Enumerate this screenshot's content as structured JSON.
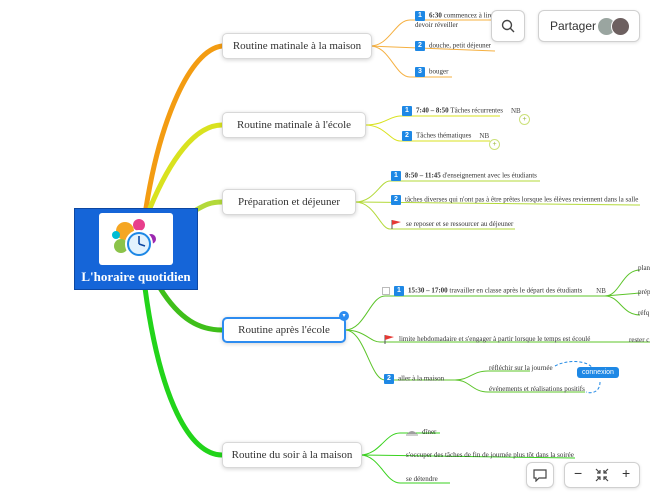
{
  "root": {
    "title": "L'horaire quotidien"
  },
  "branches": [
    {
      "id": "b1",
      "label": "Routine matinale à la maison",
      "color": "#f39c12",
      "leaves": [
        {
          "num": "1",
          "bold": "6:30",
          "text": " commencez à lire … devoir réveiller"
        },
        {
          "num": "2",
          "text": "douche, petit déjeuner"
        },
        {
          "num": "3",
          "text": "bouger"
        }
      ]
    },
    {
      "id": "b2",
      "label": "Routine matinale à l'école",
      "color": "#d9e21f",
      "leaves": [
        {
          "num": "1",
          "bold": "7:40 – 8:50",
          "text": " Tâches récurrentes",
          "nb": "NB"
        },
        {
          "num": "2",
          "text": "Tâches thématiques",
          "nb": "NB"
        }
      ]
    },
    {
      "id": "b3",
      "label": "Préparation et déjeuner",
      "color": "#b3d93a",
      "leaves": [
        {
          "num": "1",
          "bold": "8:50 – 11:45",
          "text": " d'enseignement avec les étudiants"
        },
        {
          "num": "2",
          "text": "tâches diverses qui n'ont pas à être prêtes lorsque les élèves reviennent dans la salle"
        },
        {
          "flag": true,
          "text": "se reposer et se ressourcer au déjeuner"
        }
      ]
    },
    {
      "id": "b4",
      "label": "Routine après l'école",
      "color": "#4caf1f",
      "leaves": [
        {
          "num": "1",
          "bold": "15:30 – 17:00",
          "text": " travailler en classe après le départ des étudiants",
          "nb": "NB"
        },
        {
          "flag": true,
          "text": "limite hebdomadaire et s'engager à partir lorsque le temps est écoulé"
        },
        {
          "num": "2",
          "text": "aller à la maison"
        }
      ],
      "sub": [
        "réfléchir sur la journée",
        "événements et réalisations positifs"
      ],
      "far": [
        "plan",
        "prép",
        "réfq",
        "rester c"
      ]
    },
    {
      "id": "b5",
      "label": "Routine du soir à la maison",
      "color": "#2ecc1f",
      "leaves": [
        {
          "text": "dîner"
        },
        {
          "text": "s'occuper des tâches de fin de journée plus tôt dans la soirée"
        },
        {
          "text": "se détendre"
        }
      ]
    }
  ],
  "relationship_label": "connexion",
  "toolbar": {
    "share_label": "Partager",
    "zoom_out": "−",
    "zoom_in": "+"
  },
  "colors": {
    "root": "#1565d8",
    "badge": "#1e88e5",
    "flag": "#e53935"
  }
}
